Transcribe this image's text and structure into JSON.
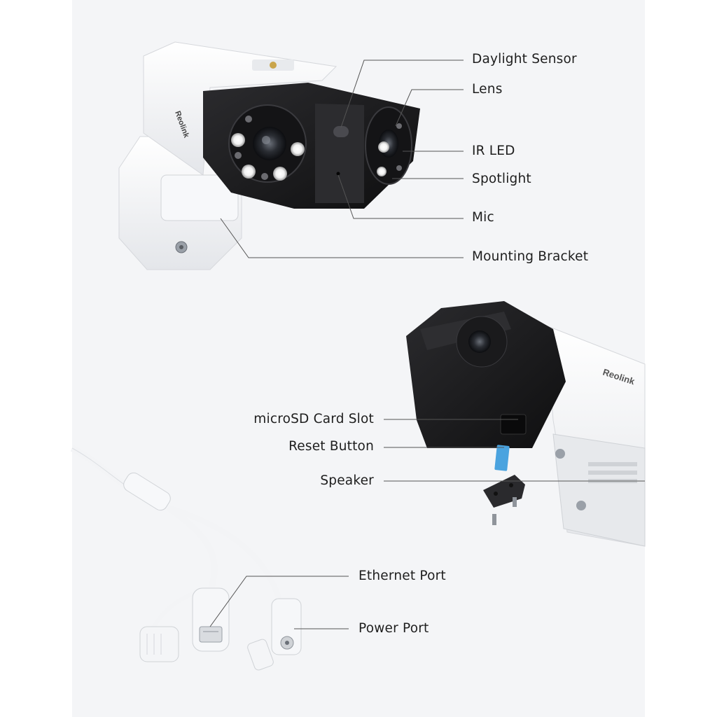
{
  "callouts_top": [
    {
      "id": "daylight-sensor",
      "label": "Daylight Sensor"
    },
    {
      "id": "lens",
      "label": "Lens"
    },
    {
      "id": "ir-led",
      "label": "IR LED"
    },
    {
      "id": "spotlight",
      "label": "Spotlight"
    },
    {
      "id": "mic",
      "label": "Mic"
    },
    {
      "id": "mounting-bracket",
      "label": "Mounting Bracket"
    }
  ],
  "callouts_middle": [
    {
      "id": "microsd-card-slot",
      "label": "microSD Card Slot"
    },
    {
      "id": "reset-button",
      "label": "Reset Button"
    },
    {
      "id": "speaker",
      "label": "Speaker"
    }
  ],
  "callouts_bottom": [
    {
      "id": "ethernet-port",
      "label": "Ethernet Port"
    },
    {
      "id": "power-port",
      "label": "Power Port"
    }
  ],
  "brand": {
    "logo_text": "Reolink"
  },
  "colors": {
    "background": "#f4f5f7",
    "housing_white": "#f2f3f5",
    "housing_black": "#1c1c1e",
    "leader_line": "#555555",
    "sd_card": "#4aa3df"
  }
}
